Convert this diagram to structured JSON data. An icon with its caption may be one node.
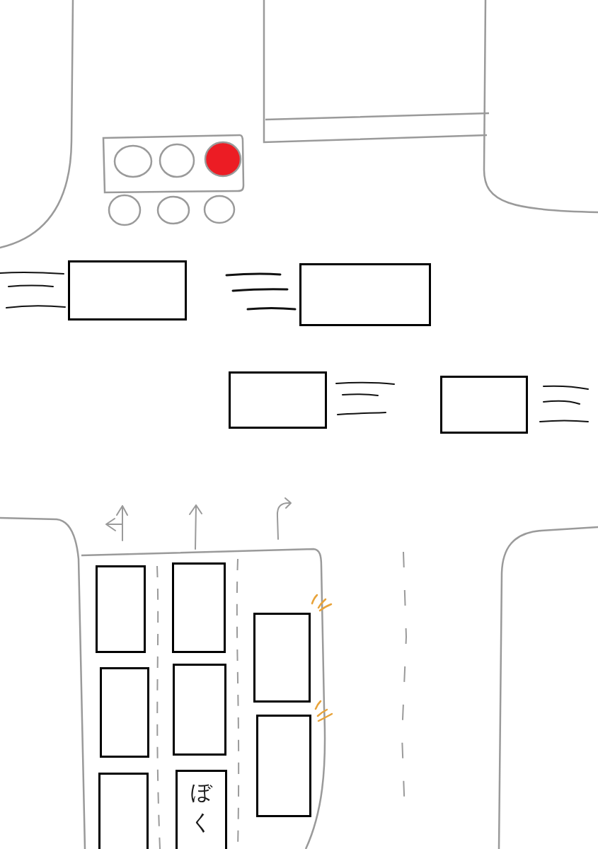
{
  "diagram": {
    "nodes": [
      {
        "text": [],
        "shape": "box"
      },
      {
        "text": [],
        "shape": "box"
      },
      {
        "text": [],
        "shape": "box"
      },
      {
        "text": [],
        "shape": "box"
      },
      {
        "text": [],
        "shape": "box"
      },
      {
        "text": [],
        "shape": "box"
      },
      {
        "text": [],
        "shape": "box"
      },
      {
        "text": [],
        "shape": "box"
      },
      {
        "text": [],
        "shape": "box"
      },
      {
        "text": [],
        "shape": "box"
      },
      {
        "text": [],
        "shape": "box"
      },
      {
        "text": [
          "ぼく"
        ]
      }
    ]
  }
}
